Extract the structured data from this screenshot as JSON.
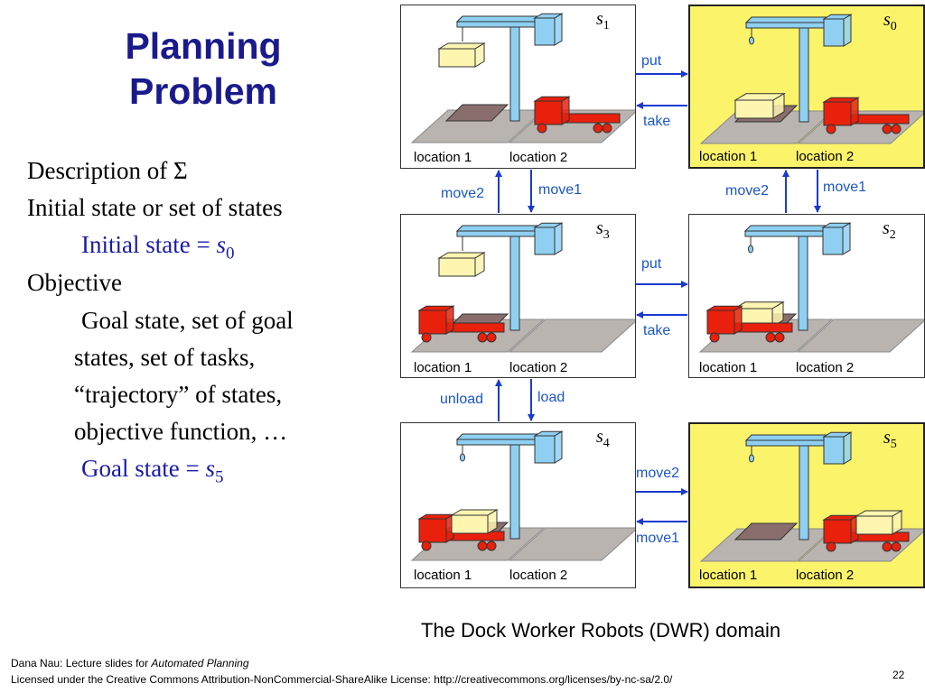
{
  "slide": {
    "title_line1": "Planning",
    "title_line2": "Problem",
    "bullets": {
      "b1": "Description of Σ",
      "b2": "Initial state or set of states",
      "b3_prefix": "Initial state = ",
      "b3_var": "s",
      "b3_sub": "0",
      "b4": "Objective",
      "b5_l1": "Goal state, set of goal",
      "b5_l2": "states, set of tasks,",
      "b5_l3": "“trajectory” of states,",
      "b5_l4": "objective function, …",
      "b6_prefix": "Goal state = ",
      "b6_var": "s",
      "b6_sub": "5"
    },
    "caption": "The Dock Worker Robots (DWR) domain",
    "footer_line1_prefix": "Dana Nau: Lecture slides for ",
    "footer_line1_italic": "Automated Planning",
    "footer_line2": "Licensed under the Creative Commons Attribution-NonCommercial-ShareAlike License: http://creativecommons.org/licenses/by-nc-sa/2.0/",
    "page_number": "22"
  },
  "diagram": {
    "location1_label": "location 1",
    "location2_label": "location 2",
    "states": {
      "s1": {
        "var": "s",
        "sub": "1"
      },
      "s0": {
        "var": "s",
        "sub": "0"
      },
      "s3": {
        "var": "s",
        "sub": "3"
      },
      "s2": {
        "var": "s",
        "sub": "2"
      },
      "s4": {
        "var": "s",
        "sub": "4"
      },
      "s5": {
        "var": "s",
        "sub": "5"
      }
    },
    "actions": {
      "put_top": "put",
      "take_top": "take",
      "move2_left": "move2",
      "move1_left": "move1",
      "move2_right": "move2",
      "move1_right": "move1",
      "put_mid": "put",
      "take_mid": "take",
      "unload": "unload",
      "load": "load",
      "move2_bottom": "move2",
      "move1_bottom": "move1"
    },
    "colors": {
      "goal_state_bg": "#fbf46a",
      "action_label": "#1a56c8",
      "arrow": "#1a3ad0",
      "title": "#1a1a8c",
      "crane": "#8fd0f2",
      "robot": "#e8200c",
      "container": "#fdf5b0",
      "pallet": "#8a6e6e",
      "ground": "#b9b4b0"
    }
  }
}
